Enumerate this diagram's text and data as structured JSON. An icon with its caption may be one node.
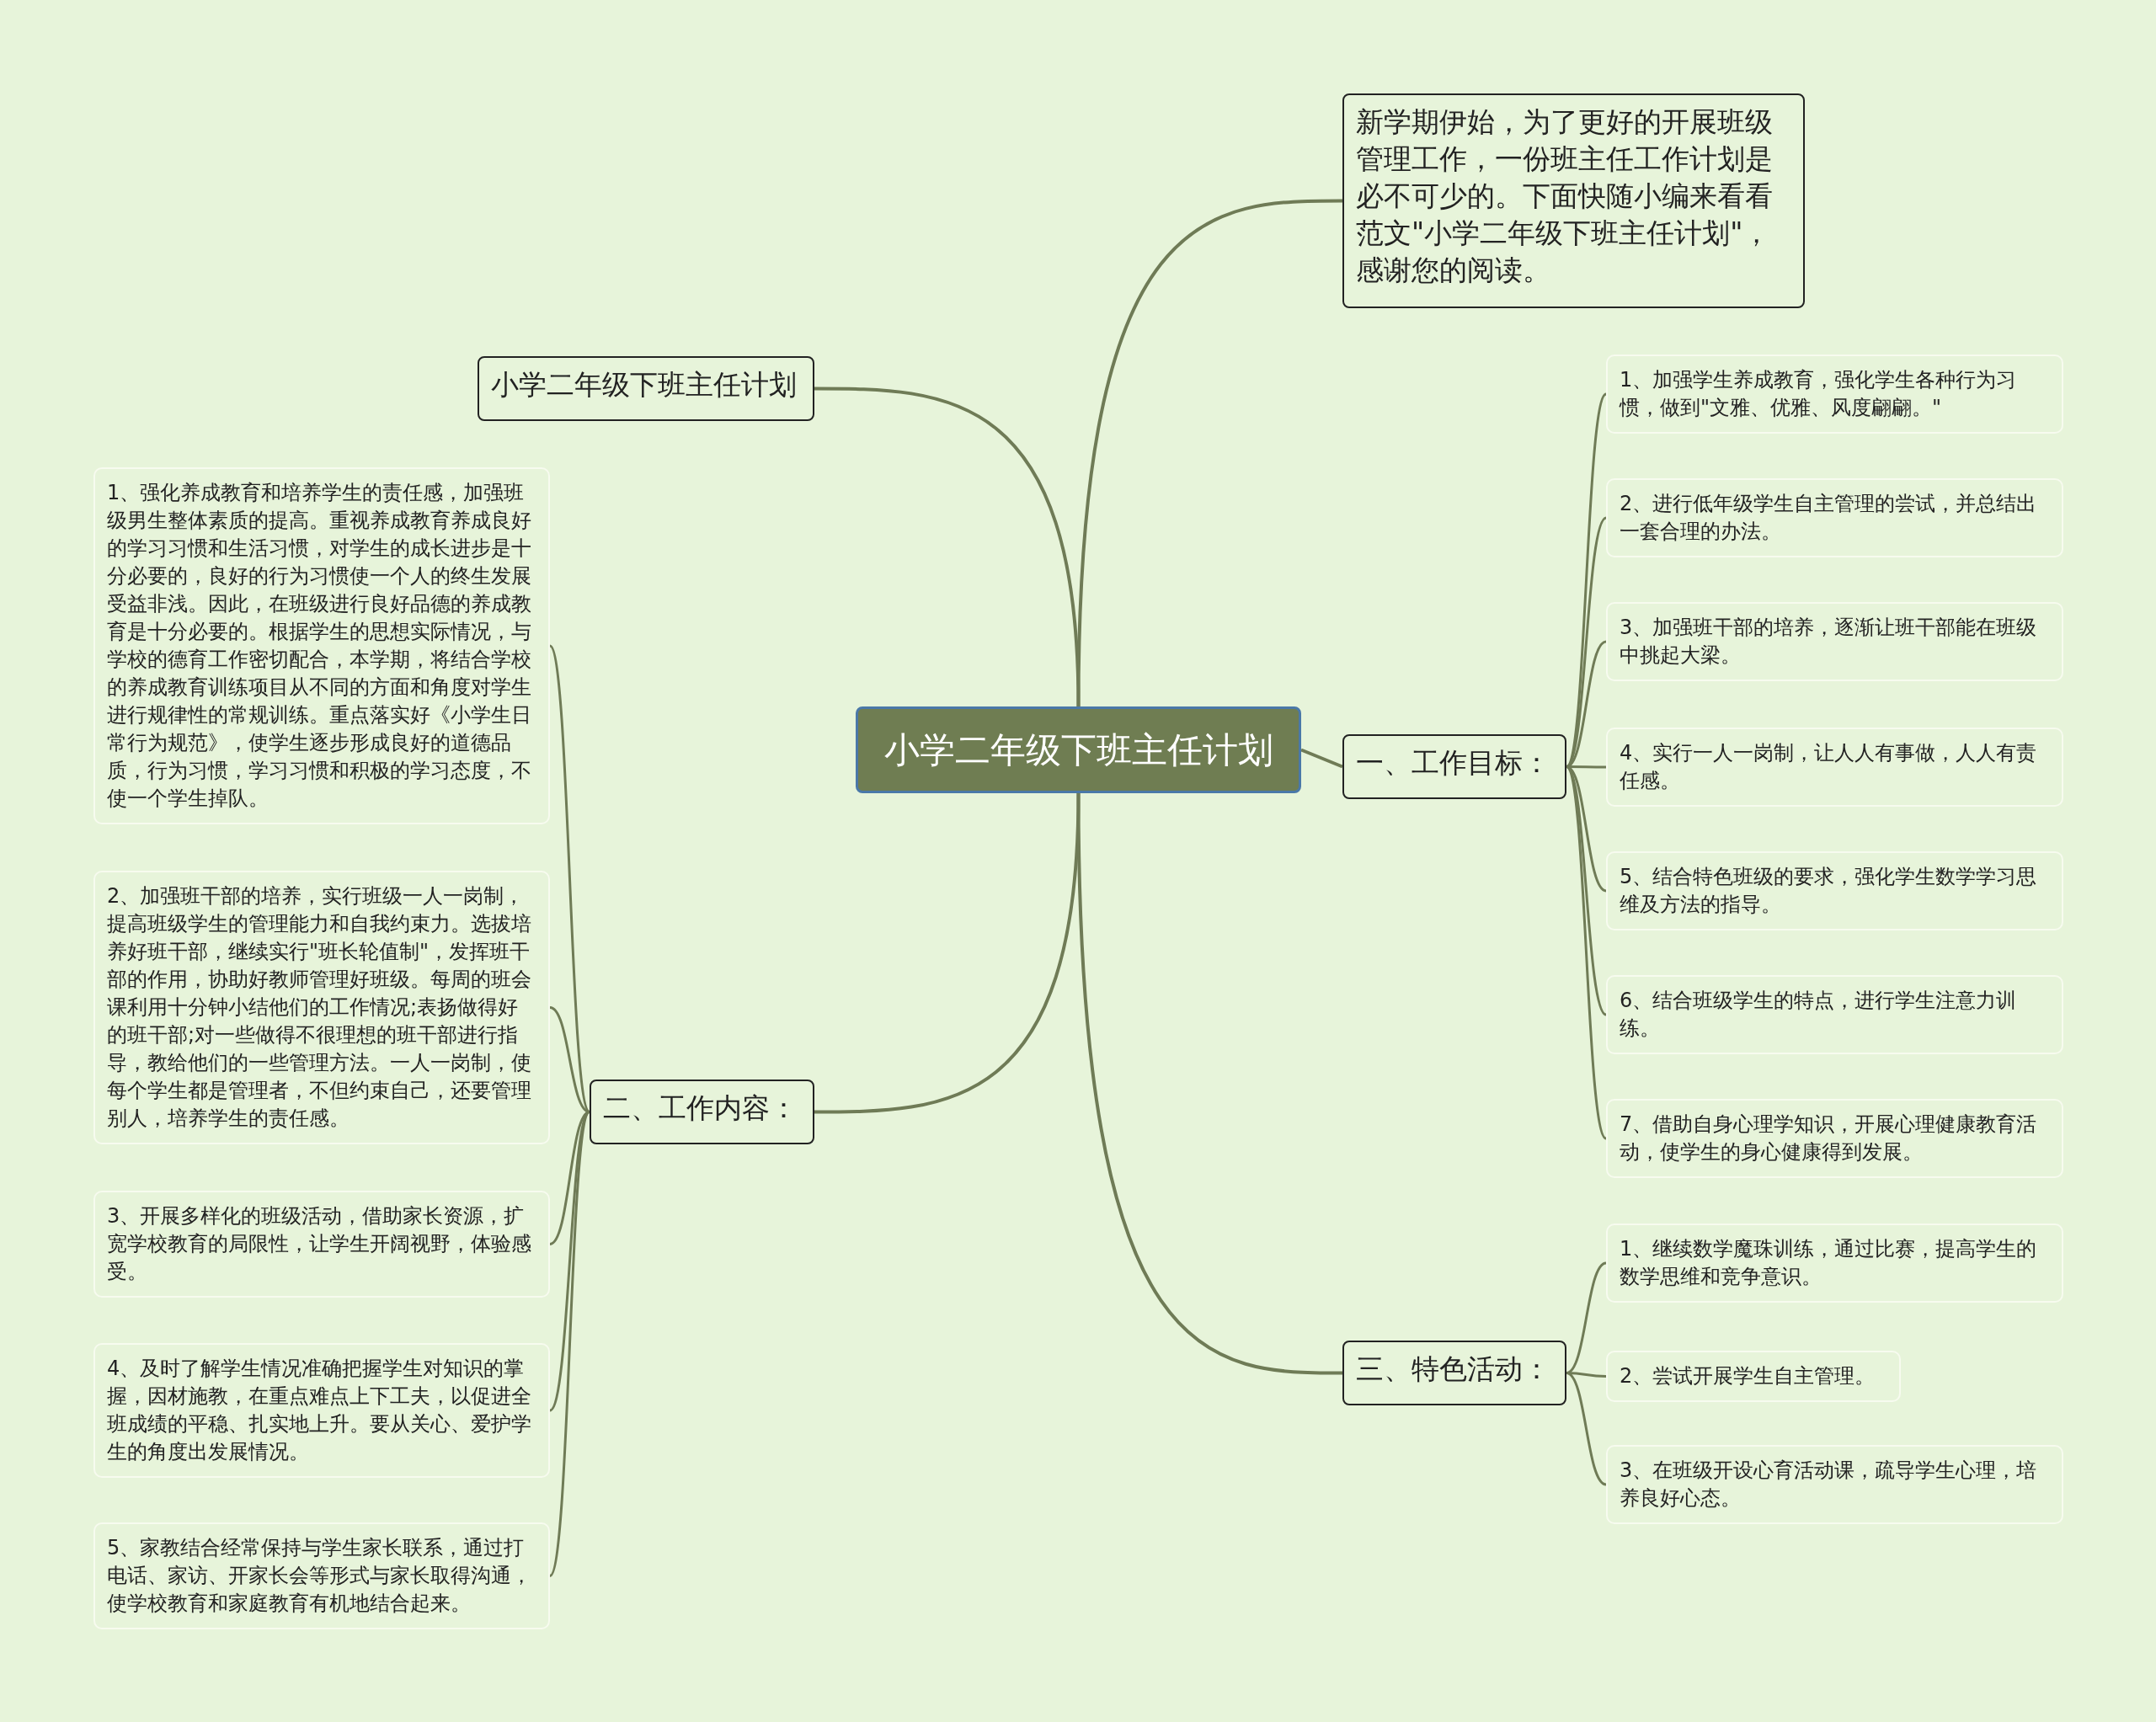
{
  "diagram": {
    "nodes": [
      {
        "text": [
          "小学二年级下班主任计划"
        ]
      },
      {
        "text": [
          "小学二年级下班主任计划"
        ]
      },
      {
        "text": [
          "二、工作内容："
        ]
      },
      {
        "text": [
          "1、强化养成教育和培养学生的责任感，加强班级男生整体素质的提高。重视养成教育养成良好的学习习惯和生活习惯，对学生的成长进步是十分必要的，良好的行为习惯使一个人的终生发展受益非浅。因此，在班级进行良好品德的养成教育是十分必要的。根据学生的思想实际情况，与学校的德育工作密切配合，本学期，将结合学校的养成教育训练项目从不同的方面和角度对学生进行规律性的常规训练。重点落实好《小学生日常行为规范》，使学生逐步形成良好的道德品质，行为习惯，学习习惯和积极的学习态度，不使一个学生掉队。"
        ]
      },
      {
        "text": [
          "2、加强班干部的培养，实行班级一人一岗制，提高班级学生的管理能力和自我约束力。选拔培养好班干部，继续实行\"班长轮值制\"，发挥班干部的作用，协助好教师管理好班级。每周的班会课利用十分钟小结他们的工作情况;表扬做得好的班干部;对一些做得不很理想的班干部进行指导，教给他们的一些管理方法。一人一岗制，使每个学生都是管理者，不但约束自己，还要管理别人，培养学生的责任感。"
        ]
      },
      {
        "text": [
          "3、开展多样化的班级活动，借助家长资源，扩宽学校教育的局限性，让学生开阔视野，体验感受。"
        ]
      },
      {
        "text": [
          "4、及时了解学生情况准确把握学生对知识的掌握，因材施教，在重点难点上下工夫，以促进全班成绩的平稳、扎实地上升。要从关心、爱护学生的角度出发展情况。"
        ]
      },
      {
        "text": [
          "5、家教结合经常保持与学生家长联系，通过打电话、家访、开家长会等形式与家长取得沟通，使学校教育和家庭教育有机地结合起来。"
        ]
      },
      {
        "text": [
          "新学期伊始，为了更好的开展班级管理工作，一份班主任工作计划是必不可少的。下面快随小编来看看范文\"小学二年级下班主任计划\"，感谢您的阅读。"
        ]
      },
      {
        "text": [
          "一、工作目标："
        ]
      },
      {
        "text": [
          "1、加强学生养成教育，强化学生各种行为习惯，做到\"文雅、优雅、风度翩翩。\""
        ]
      },
      {
        "text": [
          "2、进行低年级学生自主管理的尝试，并总结出一套合理的办法。"
        ]
      },
      {
        "text": [
          "3、加强班干部的培养，逐渐让班干部能在班级中挑起大梁。"
        ]
      },
      {
        "text": [
          "4、实行一人一岗制，让人人有事做，人人有责任感。"
        ]
      },
      {
        "text": [
          "5、结合特色班级的要求，强化学生数学学习思维及方法的指导。"
        ]
      },
      {
        "text": [
          "6、结合班级学生的特点，进行学生注意力训练。"
        ]
      },
      {
        "text": [
          "7、借助自身心理学知识，开展心理健康教育活动，使学生的身心健康得到发展。"
        ]
      },
      {
        "text": [
          "三、特色活动："
        ]
      },
      {
        "text": [
          "1、继续数学魔珠训练，通过比赛，提高学生的数学思维和竞争意识。"
        ]
      },
      {
        "text": [
          "2、尝试开展学生自主管理。"
        ]
      },
      {
        "text": [
          "3、在班级开设心育活动课，疏导学生心理，培养良好心态。"
        ]
      }
    ],
    "edges": [
      {
        "from": 0,
        "to": 1,
        "arrow": "none"
      },
      {
        "from": 0,
        "to": 2,
        "arrow": "none"
      },
      {
        "from": 2,
        "to": 3,
        "arrow": "none"
      },
      {
        "from": 2,
        "to": 4,
        "arrow": "none"
      },
      {
        "from": 2,
        "to": 5,
        "arrow": "none"
      },
      {
        "from": 2,
        "to": 6,
        "arrow": "none"
      },
      {
        "from": 2,
        "to": 7,
        "arrow": "none"
      },
      {
        "from": 0,
        "to": 8,
        "arrow": "none"
      },
      {
        "from": 0,
        "to": 9,
        "arrow": "none"
      },
      {
        "from": 9,
        "to": 10,
        "arrow": "none"
      },
      {
        "from": 9,
        "to": 11,
        "arrow": "none"
      },
      {
        "from": 9,
        "to": 12,
        "arrow": "none"
      },
      {
        "from": 9,
        "to": 13,
        "arrow": "none"
      },
      {
        "from": 9,
        "to": 14,
        "arrow": "none"
      },
      {
        "from": 9,
        "to": 15,
        "arrow": "none"
      },
      {
        "from": 9,
        "to": 16,
        "arrow": "none"
      },
      {
        "from": 0,
        "to": 17,
        "arrow": "none"
      },
      {
        "from": 17,
        "to": 18,
        "arrow": "none"
      },
      {
        "from": 17,
        "to": 19,
        "arrow": "none"
      },
      {
        "from": 17,
        "to": 20,
        "arrow": "none"
      }
    ]
  }
}
